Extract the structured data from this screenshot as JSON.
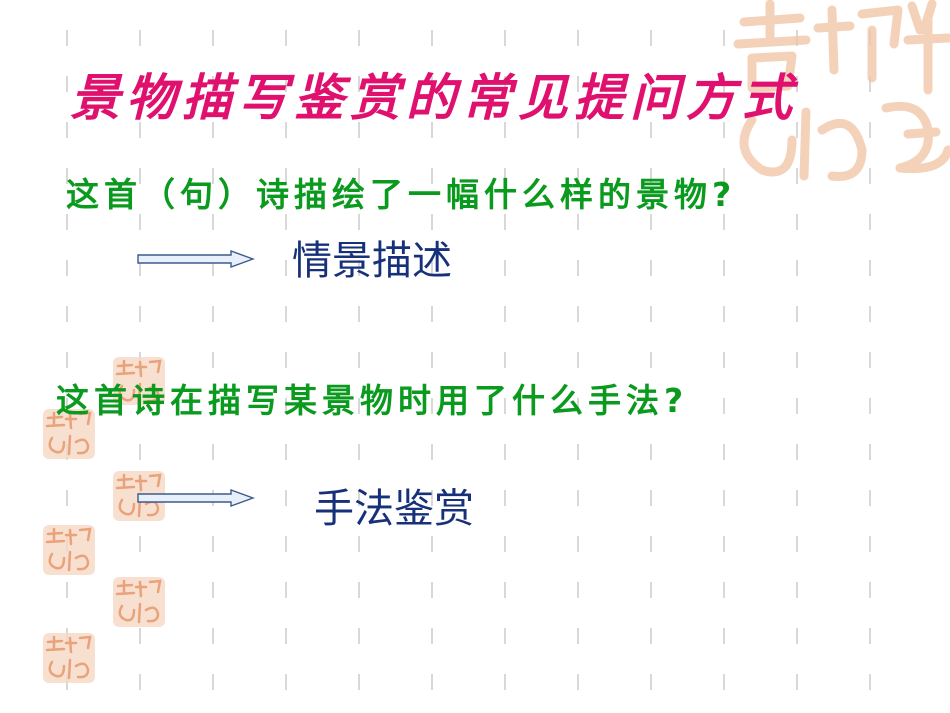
{
  "slide": {
    "title": "景物描写鉴赏的常见提问方式",
    "sections": [
      {
        "question": "这首（句）诗描绘了一幅什么样的景物?",
        "answer": "情景描述"
      },
      {
        "question": "这首诗在描写某景物时用了什么手法?",
        "answer": "手法鉴赏"
      }
    ]
  },
  "colors": {
    "title": "#e0106e",
    "question": "#0a9a1e",
    "answer": "#16307a",
    "seal": "#e9a27a"
  },
  "icons": [
    "right-arrow-icon",
    "auspicious-seal-icon"
  ]
}
